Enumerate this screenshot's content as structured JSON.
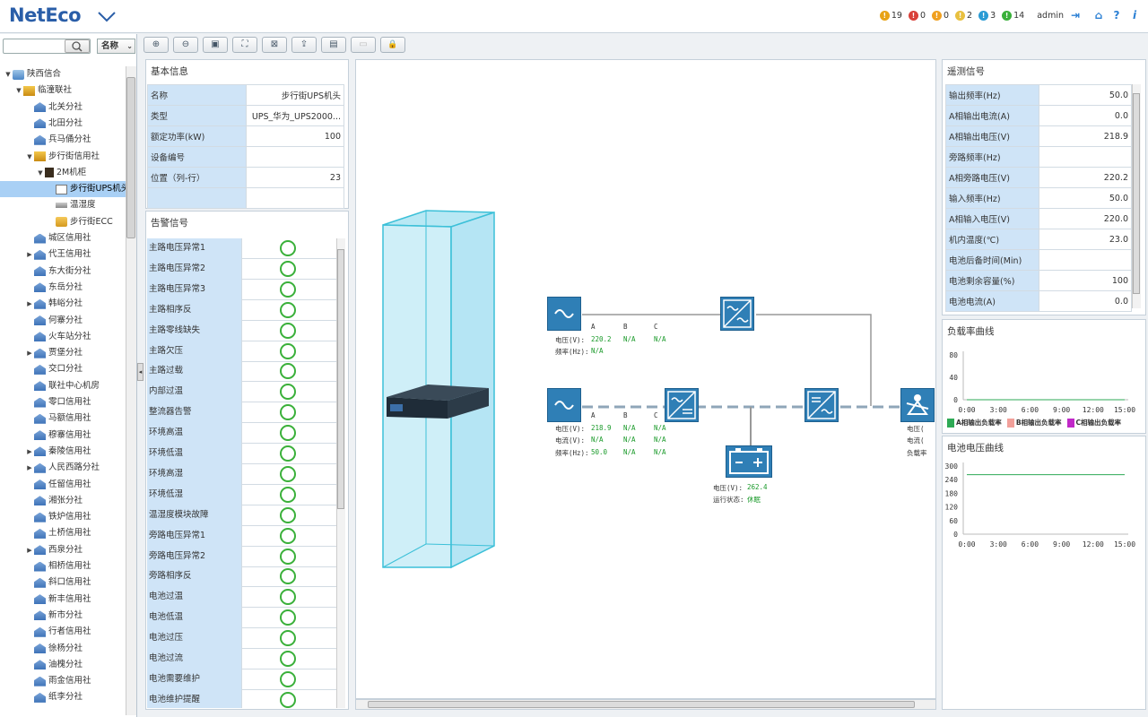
{
  "header": {
    "logo": "NetEco",
    "alarms": [
      {
        "icon": "critical-alarm-icon",
        "count": "19",
        "color": "#e8a317"
      },
      {
        "icon": "major-alarm-icon",
        "count": "0",
        "color": "#d9413a"
      },
      {
        "icon": "minor-alarm-icon",
        "count": "0",
        "color": "#f0a020"
      },
      {
        "icon": "warning-alarm-icon",
        "count": "2",
        "color": "#e8c040"
      },
      {
        "icon": "info-alarm-icon",
        "count": "3",
        "color": "#2a9bd4"
      },
      {
        "icon": "cleared-alarm-icon",
        "count": "14",
        "color": "#3ab03a"
      }
    ],
    "user": "admin",
    "icons": [
      "logout-icon",
      "home-icon",
      "help-icon",
      "info-icon"
    ]
  },
  "left": {
    "search_placeholder": "",
    "filter_label": "名称",
    "tree": [
      {
        "label": "陕西信合",
        "depth": 0,
        "arrow": "down",
        "icon": "root"
      },
      {
        "label": "临潼联社",
        "depth": 1,
        "arrow": "down",
        "icon": "org"
      },
      {
        "label": "北关分社",
        "depth": 2,
        "arrow": "",
        "icon": "bank"
      },
      {
        "label": "北田分社",
        "depth": 2,
        "arrow": "",
        "icon": "bank"
      },
      {
        "label": "兵马俑分社",
        "depth": 2,
        "arrow": "",
        "icon": "bank"
      },
      {
        "label": "步行街信用社",
        "depth": 2,
        "arrow": "down",
        "icon": "org"
      },
      {
        "label": "2M机柜",
        "depth": 3,
        "arrow": "down",
        "icon": "rack"
      },
      {
        "label": "步行街UPS机头",
        "depth": 4,
        "arrow": "",
        "icon": "ups",
        "selected": true
      },
      {
        "label": "温湿度",
        "depth": 4,
        "arrow": "",
        "icon": "th"
      },
      {
        "label": "步行街ECC",
        "depth": 4,
        "arrow": "",
        "icon": "ecc"
      },
      {
        "label": "城区信用社",
        "depth": 2,
        "arrow": "",
        "icon": "bank"
      },
      {
        "label": "代王信用社",
        "depth": 2,
        "arrow": "right",
        "icon": "bank"
      },
      {
        "label": "东大街分社",
        "depth": 2,
        "arrow": "",
        "icon": "bank"
      },
      {
        "label": "东岳分社",
        "depth": 2,
        "arrow": "",
        "icon": "bank"
      },
      {
        "label": "韩峪分社",
        "depth": 2,
        "arrow": "right",
        "icon": "bank"
      },
      {
        "label": "何寨分社",
        "depth": 2,
        "arrow": "",
        "icon": "bank"
      },
      {
        "label": "火车站分社",
        "depth": 2,
        "arrow": "",
        "icon": "bank"
      },
      {
        "label": "贾堡分社",
        "depth": 2,
        "arrow": "right",
        "icon": "bank"
      },
      {
        "label": "交口分社",
        "depth": 2,
        "arrow": "",
        "icon": "bank"
      },
      {
        "label": "联社中心机房",
        "depth": 2,
        "arrow": "",
        "icon": "bank"
      },
      {
        "label": "零口信用社",
        "depth": 2,
        "arrow": "",
        "icon": "bank"
      },
      {
        "label": "马额信用社",
        "depth": 2,
        "arrow": "",
        "icon": "bank"
      },
      {
        "label": "穆寨信用社",
        "depth": 2,
        "arrow": "",
        "icon": "bank"
      },
      {
        "label": "秦陵信用社",
        "depth": 2,
        "arrow": "right",
        "icon": "bank"
      },
      {
        "label": "人民西路分社",
        "depth": 2,
        "arrow": "right",
        "icon": "bank"
      },
      {
        "label": "任留信用社",
        "depth": 2,
        "arrow": "",
        "icon": "bank"
      },
      {
        "label": "湘张分社",
        "depth": 2,
        "arrow": "",
        "icon": "bank"
      },
      {
        "label": "铁炉信用社",
        "depth": 2,
        "arrow": "",
        "icon": "bank"
      },
      {
        "label": "土桥信用社",
        "depth": 2,
        "arrow": "",
        "icon": "bank"
      },
      {
        "label": "西泉分社",
        "depth": 2,
        "arrow": "right",
        "icon": "bank"
      },
      {
        "label": "相桥信用社",
        "depth": 2,
        "arrow": "",
        "icon": "bank"
      },
      {
        "label": "斜口信用社",
        "depth": 2,
        "arrow": "",
        "icon": "bank"
      },
      {
        "label": "新丰信用社",
        "depth": 2,
        "arrow": "",
        "icon": "bank"
      },
      {
        "label": "新市分社",
        "depth": 2,
        "arrow": "",
        "icon": "bank"
      },
      {
        "label": "行者信用社",
        "depth": 2,
        "arrow": "",
        "icon": "bank"
      },
      {
        "label": "徐杨分社",
        "depth": 2,
        "arrow": "",
        "icon": "bank"
      },
      {
        "label": "油槐分社",
        "depth": 2,
        "arrow": "",
        "icon": "bank"
      },
      {
        "label": "雨金信用社",
        "depth": 2,
        "arrow": "",
        "icon": "bank"
      },
      {
        "label": "纸李分社",
        "depth": 2,
        "arrow": "",
        "icon": "bank"
      }
    ]
  },
  "toolbar": [
    "zoom-in-icon",
    "zoom-out-icon",
    "fit-icon",
    "fullscreen-icon",
    "actual-size-icon",
    "export-icon",
    "print-icon",
    "save-icon",
    "lock-icon"
  ],
  "basic": {
    "title": "基本信息",
    "rows": [
      {
        "k": "名称",
        "v": "步行街UPS机头"
      },
      {
        "k": "类型",
        "v": "UPS_华为_UPS2000..."
      },
      {
        "k": "额定功率(kW)",
        "v": "100"
      },
      {
        "k": "设备编号",
        "v": ""
      },
      {
        "k": "位置（列-行）",
        "v": "23"
      },
      {
        "k": "",
        "v": ""
      }
    ]
  },
  "alarm": {
    "title": "告警信号",
    "rows": [
      "主路电压异常1",
      "主路电压异常2",
      "主路电压异常3",
      "主路相序反",
      "主路零线缺失",
      "主路欠压",
      "主路过载",
      "内部过温",
      "整流器告警",
      "环境高温",
      "环境低温",
      "环境高湿",
      "环境低湿",
      "温湿度模块故障",
      "旁路电压异常1",
      "旁路电压异常2",
      "旁路相序反",
      "电池过温",
      "电池低温",
      "电池过压",
      "电池过流",
      "电池需要维护",
      "电池维护提醒"
    ]
  },
  "diagram": {
    "bypass": {
      "hdr_a": "A",
      "hdr_b": "B",
      "hdr_c": "C",
      "l1": "电压(V):",
      "v1": "220.2",
      "n1": "N/A",
      "m1": "N/A",
      "l2": "频率(Hz):",
      "v2": "N/A"
    },
    "main": {
      "hdr_a": "A",
      "hdr_b": "B",
      "hdr_c": "C",
      "l1": "电压(V):",
      "v1": "218.9",
      "n1": "N/A",
      "m1": "N/A",
      "l2": "电流(V):",
      "v2": "N/A",
      "n2": "N/A",
      "m2": "N/A",
      "l3": "频率(Hz):",
      "v3": "50.0",
      "n3": "N/A",
      "m3": "N/A"
    },
    "battery": {
      "l1": "电压(V):",
      "v1": "262.4",
      "l2": "运行状态:",
      "v2": "休眠"
    },
    "output": {
      "l1": "电压(",
      "l2": "电流(",
      "l3": "负载率"
    }
  },
  "telemetry": {
    "title": "遥测信号",
    "rows": [
      {
        "k": "输出频率(Hz)",
        "v": "50.0"
      },
      {
        "k": "A相输出电流(A)",
        "v": "0.0"
      },
      {
        "k": "A相输出电压(V)",
        "v": "218.9"
      },
      {
        "k": "旁路频率(Hz)",
        "v": ""
      },
      {
        "k": "A相旁路电压(V)",
        "v": "220.2"
      },
      {
        "k": "输入频率(Hz)",
        "v": "50.0"
      },
      {
        "k": "A相输入电压(V)",
        "v": "220.0"
      },
      {
        "k": "机内温度(℃)",
        "v": "23.0"
      },
      {
        "k": "电池后备时间(Min)",
        "v": ""
      },
      {
        "k": "电池剩余容量(%)",
        "v": "100"
      },
      {
        "k": "电池电流(A)",
        "v": "0.0"
      }
    ]
  },
  "chart_data": [
    {
      "type": "line",
      "title": "负载率曲线",
      "x": [
        "0:00",
        "3:00",
        "6:00",
        "9:00",
        "12:00",
        "15:00"
      ],
      "ylim": [
        0,
        80
      ],
      "yticks": [
        "80",
        "40",
        "0"
      ],
      "series": [
        {
          "name": "A相输出负载率",
          "color": "#2eaa55",
          "values": [
            0,
            0,
            0,
            0,
            0,
            0
          ]
        },
        {
          "name": "B相输出负载率",
          "color": "#f2a09a",
          "values": []
        },
        {
          "name": "C相输出负载率",
          "color": "#c028c8",
          "values": []
        }
      ]
    },
    {
      "type": "line",
      "title": "电池电压曲线",
      "x": [
        "0:00",
        "3:00",
        "6:00",
        "9:00",
        "12:00",
        "15:00"
      ],
      "ylim": [
        0,
        300
      ],
      "yticks": [
        "300",
        "240",
        "180",
        "120",
        "60",
        "0"
      ],
      "series": [
        {
          "color": "#2eaa55",
          "values": [
            262,
            262,
            262,
            262,
            262,
            262
          ]
        }
      ]
    }
  ]
}
